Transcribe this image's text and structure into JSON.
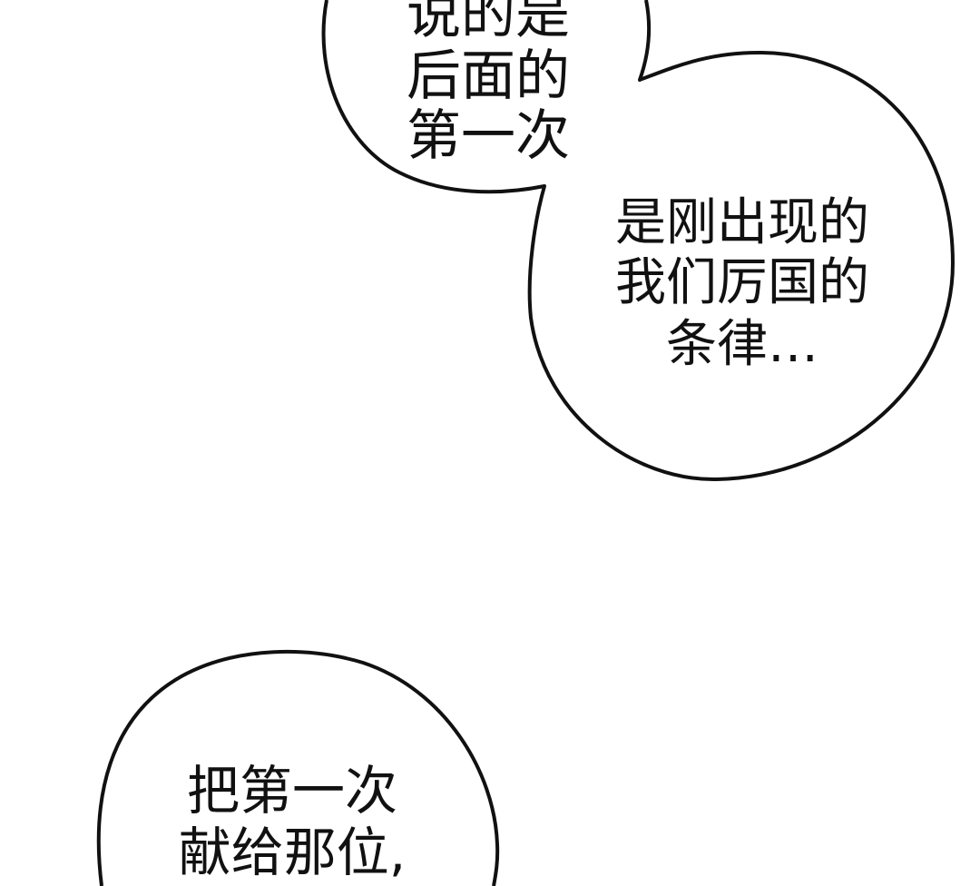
{
  "bubbles": [
    {
      "lines": [
        "说的是",
        "后面的",
        "第一次"
      ]
    },
    {
      "lines": [
        "是刚出现的",
        "我们厉国的",
        "条律…"
      ]
    },
    {
      "lines": [
        "把第一次",
        "献给那位,"
      ]
    }
  ]
}
